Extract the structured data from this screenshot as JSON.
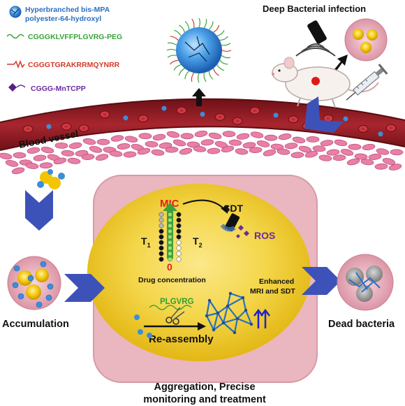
{
  "legend": {
    "polymer_line1": "Hyperbranched bis-MPA",
    "polymer_line2": "polyester-64-hydroxyl",
    "peptide_peg": "CGGGKLVFFPLGVRG-PEG",
    "peptide_targeting": "CGGGTGRAKRRMQYNRR",
    "mntcpp": "CGGG-MnTCPP"
  },
  "labels": {
    "title_infection": "Deep Bacterial infection",
    "blood_vessel": "Blood vessel",
    "accumulation": "Accumulation",
    "dead_bacteria": "Dead bacteria",
    "bottom_line1": "Aggregation, Precise",
    "bottom_line2": "monitoring and treatment",
    "mic": "MIC",
    "zero": "0",
    "t1": "T",
    "t1_sub": "1",
    "t2": "T",
    "t2_sub": "2",
    "drug_concentration": "Drug concentration",
    "sdt": "SDT",
    "ros": "ROS",
    "enhanced_line1": "Enhanced",
    "enhanced_line2": "MRI and SDT",
    "plgvrg": "PLGVRG",
    "reassembly": "Re-assembly"
  },
  "colors": {
    "polymer_text": "#2a6fc0",
    "peg_text": "#3aa33a",
    "targeting_text": "#d23a2a",
    "mntcpp_text": "#6a2aa0",
    "mic_text": "#e02020",
    "ros_text": "#6a2aa0",
    "plgvrg_text": "#2ea02e",
    "vessel": "#8e1b22",
    "tissue": "#e77fa7",
    "arrow_blue": "#3d52b8",
    "bacteria_yellow": "#f0c400"
  }
}
